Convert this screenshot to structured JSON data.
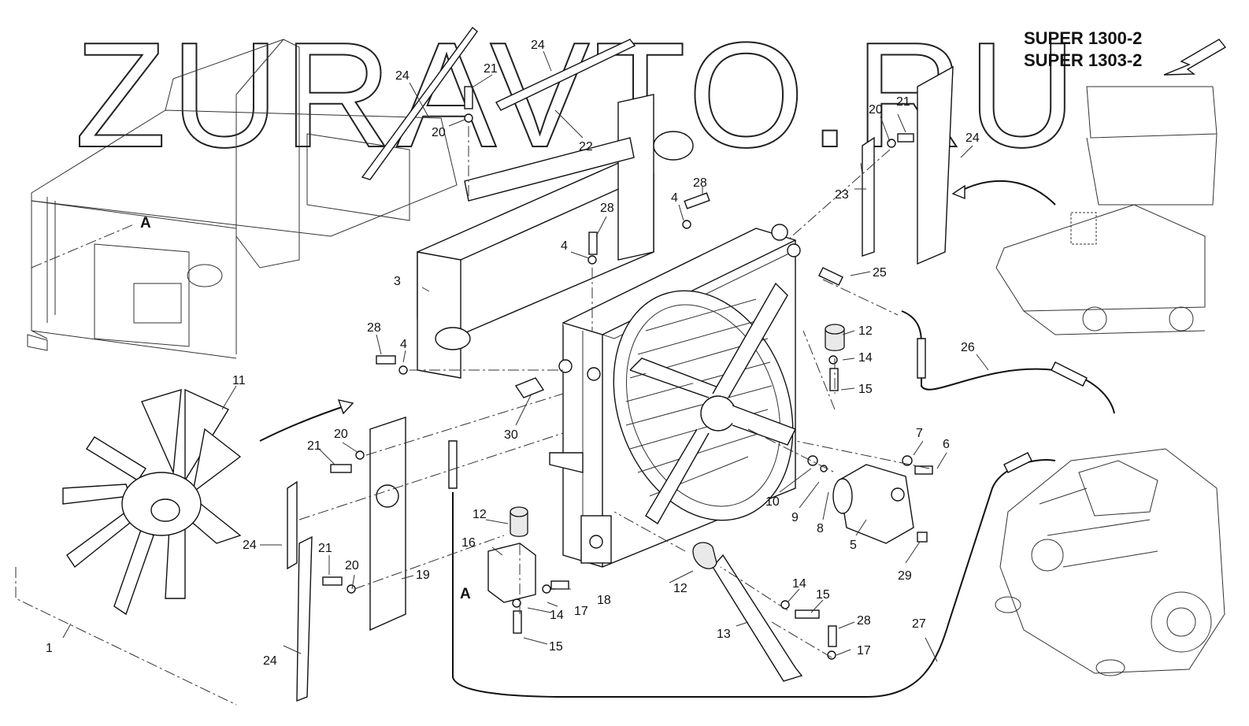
{
  "watermark": "ZURAVTO.RU",
  "models": [
    "SUPER 1300-2",
    "SUPER 1303-2"
  ],
  "view_labels": [
    "A",
    "A"
  ],
  "callouts": [
    "24",
    "21",
    "24",
    "20",
    "22",
    "20",
    "21",
    "24",
    "23",
    "28",
    "4",
    "28",
    "4",
    "3",
    "25",
    "28",
    "4",
    "12",
    "14",
    "15",
    "26",
    "11",
    "30",
    "7",
    "6",
    "21",
    "20",
    "10",
    "9",
    "8",
    "5",
    "12",
    "16",
    "24",
    "21",
    "20",
    "19",
    "18",
    "17",
    "14",
    "12",
    "15",
    "14",
    "15",
    "28",
    "17",
    "29",
    "27",
    "13",
    "1",
    "24",
    "A",
    "A"
  ]
}
